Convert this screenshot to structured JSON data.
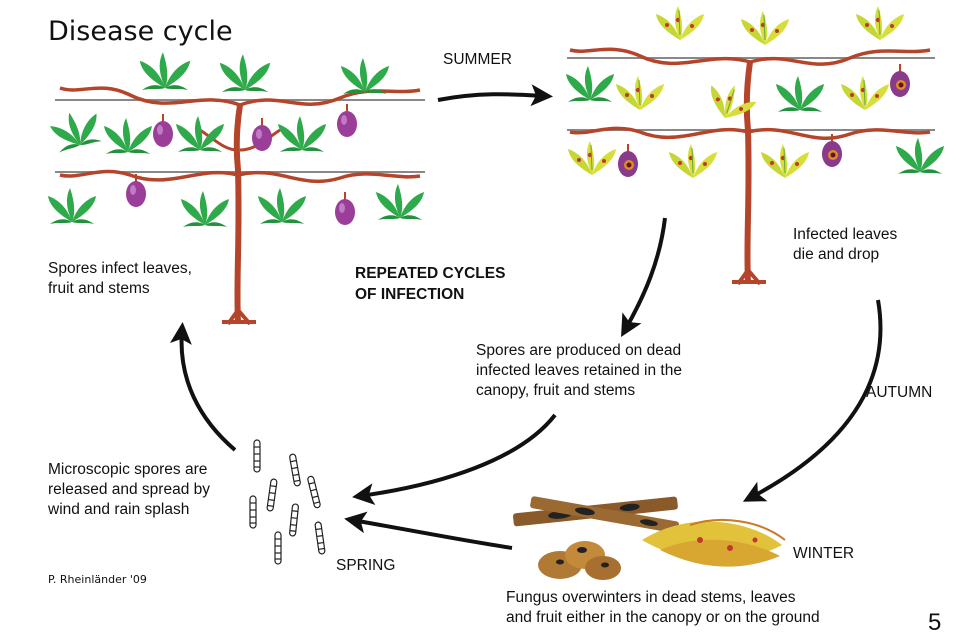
{
  "title": "Disease cycle",
  "seasons": {
    "summer": "SUMMER",
    "autumn": "AUTUMN",
    "winter": "WINTER",
    "spring": "SPRING"
  },
  "captions": {
    "spores_infect": "Spores infect leaves,\nfruit and stems",
    "repeated_cycles": "REPEATED CYCLES\nOF INFECTION",
    "infected_leaves": "Infected leaves\ndie and drop",
    "spores_produced": "Spores are produced on dead\ninfected leaves retained in the\ncanopy, fruit and stems",
    "microscopic_spores": "Microscopic spores are\nreleased and spread by\nwind and rain splash",
    "fungus_overwinters": "Fungus overwinters in dead stems, leaves\nand fruit either in the canopy or on the ground"
  },
  "credit": "P. Rheinländer '09",
  "page_number": "5",
  "colors": {
    "leaf_green": "#2eaa4a",
    "stem_brown": "#b5452a",
    "fruit_purple": "#9a3e9a",
    "infected_yellow": "#d6df3a",
    "arrow_black": "#111111"
  }
}
